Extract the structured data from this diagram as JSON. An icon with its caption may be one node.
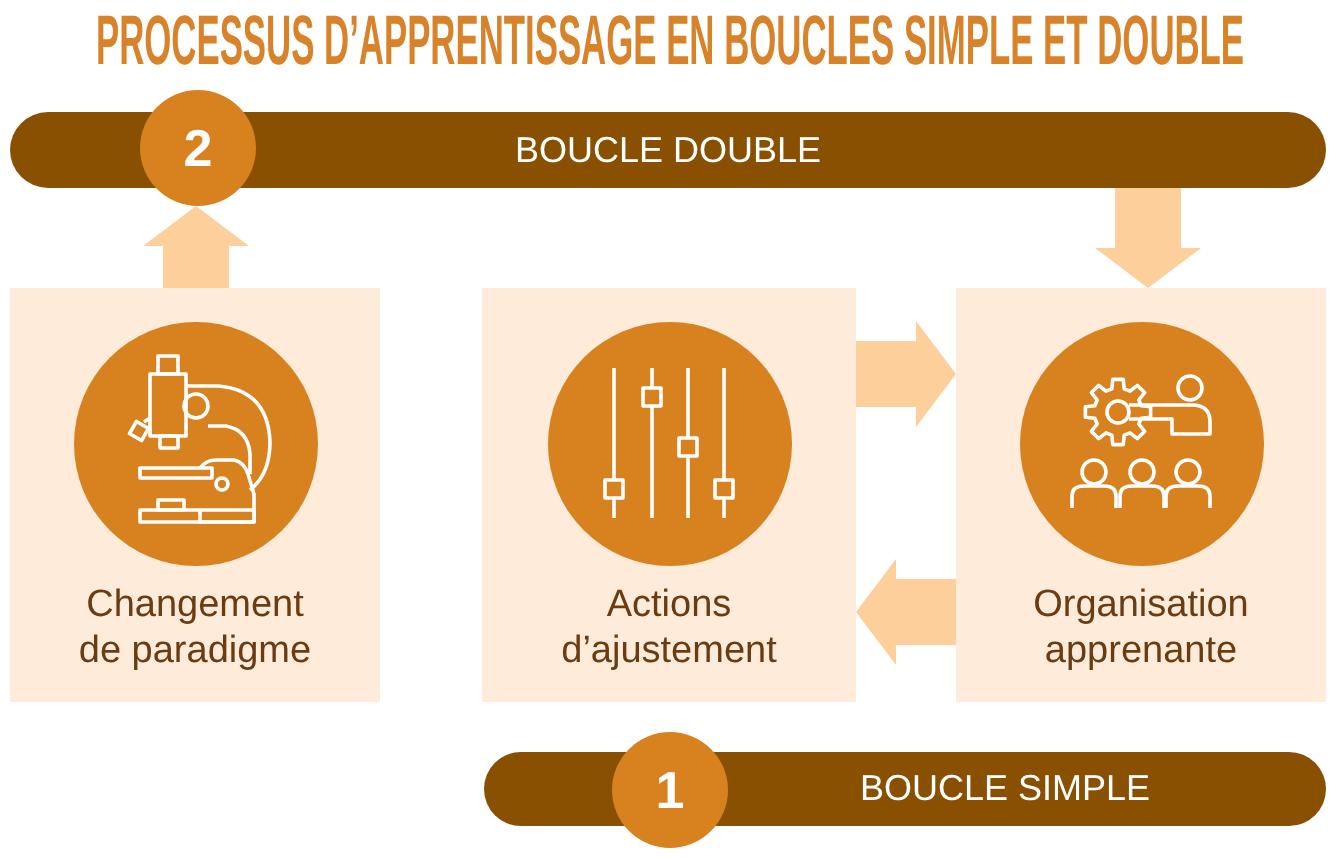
{
  "diagram": {
    "title": "PROCESSUS D’APPRENTISSAGE EN BOUCLES SIMPLE ET DOUBLE",
    "nodes": [
      {
        "text": [
          "2"
        ]
      },
      {
        "text": [
          "BOUCLE DOUBLE"
        ]
      },
      {
        "text": [
          "Changement de paradigme"
        ]
      },
      {
        "text": [
          "Actions d’ajustement"
        ]
      },
      {
        "text": [
          "Organisation apprenante"
        ]
      },
      {
        "text": [
          "1"
        ]
      },
      {
        "text": [
          "BOUCLE SIMPLE"
        ]
      }
    ],
    "edges": [
      {
        "from": 2,
        "to": 0,
        "arrow": "to"
      },
      {
        "from": 1,
        "to": 4,
        "arrow": "to"
      },
      {
        "from": 3,
        "to": 4,
        "arrow": "to"
      },
      {
        "from": 4,
        "to": 3,
        "arrow": "to"
      }
    ]
  }
}
